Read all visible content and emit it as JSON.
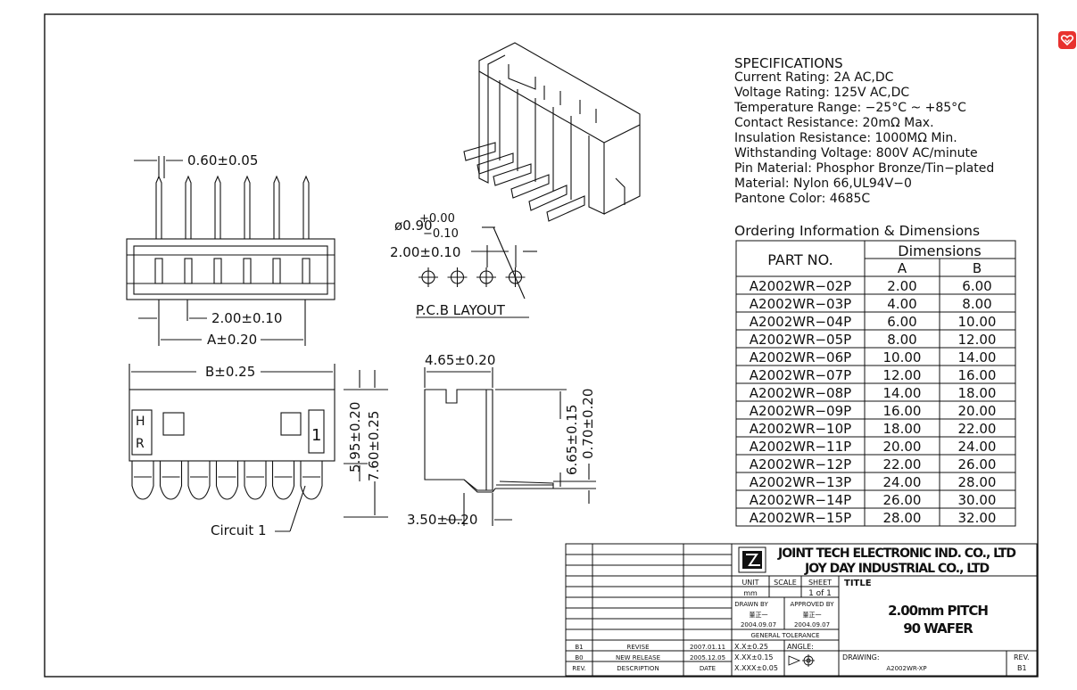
{
  "header_badge_icon": "heart-badge-icon",
  "specs": {
    "title": "SPECIFICATIONS",
    "lines": [
      "Current Rating: 2A AC,DC",
      "Voltage Rating: 125V AC,DC",
      "Temperature Range: −25°C ~ +85°C",
      "Contact Resistance: 20mΩ Max.",
      "Insulation Resistance: 1000MΩ Min.",
      "Withstanding Voltage: 800V AC/minute",
      "Pin Material: Phosphor Bronze/Tin−plated",
      "Material: Nylon 66,UL94V−0",
      "Pantone Color: 4685C"
    ]
  },
  "ordering": {
    "title": "Ordering Information & Dimensions",
    "col_part": "PART NO.",
    "col_dims": "Dimensions",
    "col_a": "A",
    "col_b": "B",
    "rows": [
      {
        "part": "A2002WR−02P",
        "a": "2.00",
        "b": "6.00"
      },
      {
        "part": "A2002WR−03P",
        "a": "4.00",
        "b": "8.00"
      },
      {
        "part": "A2002WR−04P",
        "a": "6.00",
        "b": "10.00"
      },
      {
        "part": "A2002WR−05P",
        "a": "8.00",
        "b": "12.00"
      },
      {
        "part": "A2002WR−06P",
        "a": "10.00",
        "b": "14.00"
      },
      {
        "part": "A2002WR−07P",
        "a": "12.00",
        "b": "16.00"
      },
      {
        "part": "A2002WR−08P",
        "a": "14.00",
        "b": "18.00"
      },
      {
        "part": "A2002WR−09P",
        "a": "16.00",
        "b": "20.00"
      },
      {
        "part": "A2002WR−10P",
        "a": "18.00",
        "b": "22.00"
      },
      {
        "part": "A2002WR−11P",
        "a": "20.00",
        "b": "24.00"
      },
      {
        "part": "A2002WR−12P",
        "a": "22.00",
        "b": "26.00"
      },
      {
        "part": "A2002WR−13P",
        "a": "24.00",
        "b": "28.00"
      },
      {
        "part": "A2002WR−14P",
        "a": "26.00",
        "b": "30.00"
      },
      {
        "part": "A2002WR−15P",
        "a": "28.00",
        "b": "32.00"
      }
    ]
  },
  "dims": {
    "pin_width": "0.60±0.05",
    "pitch_front": "2.00±0.10",
    "a_dim": "A±0.20",
    "b_dim": "B±0.25",
    "h595": "5.95±0.20",
    "h760": "7.60±0.25",
    "circuit": "Circuit 1",
    "hole_top": "+0.00",
    "hole_dia": "ø0.90",
    "hole_bot": "−0.10",
    "pcb_pitch": "2.00±0.10",
    "pcb_layout": "P.C.B LAYOUT",
    "side_465": "4.65±0.20",
    "side_665": "6.65±0.15",
    "side_070": "0.70±0.20",
    "side_350": "3.50±0.20",
    "logo_h": "H",
    "logo_r": "R",
    "pin_one": "1"
  },
  "title_block": {
    "company1": "JOINT TECH ELECTRONIC IND. CO., LTD",
    "company2": "JOY DAY INDUSTRIAL CO., LTD",
    "unit_label": "UNIT",
    "scale_label": "SCALE",
    "sheet_label": "SHEET",
    "title_label": "TITLE",
    "unit_value": "mm",
    "sheet_value": "1 of 1",
    "drawn_label": "DRAWN BY",
    "approved_label": "APPROVED BY",
    "drawn_sig": "董正一",
    "approved_sig": "董正一",
    "drawn_date": "2004.09.07",
    "approved_date": "2004.09.07",
    "tol_label": "GENERAL TOLERANCE",
    "tol1": "X.X±0.25",
    "tol2": "X.XX±0.15",
    "tol3": "X.XXX±0.05",
    "angle_label": "ANGLE:",
    "title_line1": "2.00mm PITCH",
    "title_line2": "90 WAFER",
    "drawing_label": "DRAWING:",
    "drawing_no": "A2002WR-XP",
    "rev_label": "REV.",
    "rev_value": "B1",
    "revisions": [
      {
        "rev": "B1",
        "desc": "REVISE",
        "date": "2007.01.11"
      },
      {
        "rev": "B0",
        "desc": "NEW RELEASE",
        "date": "2005.12.05"
      }
    ],
    "hdr_rev": "REV.",
    "hdr_desc": "DESCRIPTION",
    "hdr_date": "DATE"
  }
}
